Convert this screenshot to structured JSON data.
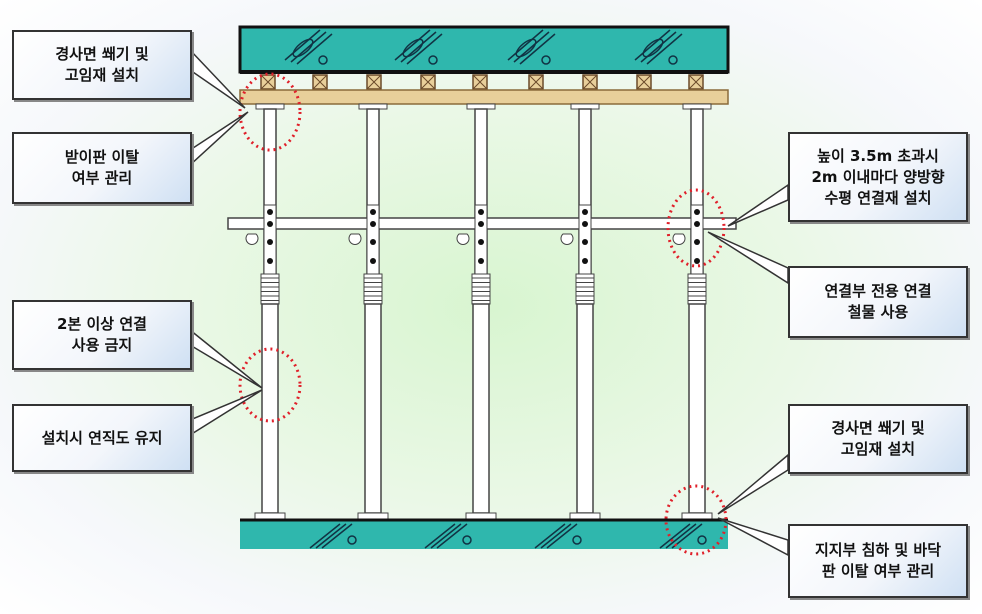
{
  "callouts": {
    "top_left_wedge": [
      "경사면 쐐기 및",
      "고임재 설치"
    ],
    "bearing_plate": [
      "받이판 이탈",
      "여부 관리"
    ],
    "no_double_connect": [
      "2본 이상 연결",
      "사용 금지"
    ],
    "plumb": [
      "설치시 연직도 유지"
    ],
    "horizontal_tie": [
      "높이 3.5m 초과시",
      "2m 이내마다 양방향",
      "수평 연결재 설치"
    ],
    "connector": [
      "연결부 전용 연결",
      "철물 사용"
    ],
    "bottom_wedge": [
      "경사면 쐐기 및",
      "고임재 설치"
    ],
    "support": [
      "지지부 침하 및 바닥",
      "판 이탈 여부 관리"
    ]
  },
  "colors": {
    "slab": "#2fb7ad",
    "beam": "#e8cf9a",
    "marker": "#e0202a"
  }
}
